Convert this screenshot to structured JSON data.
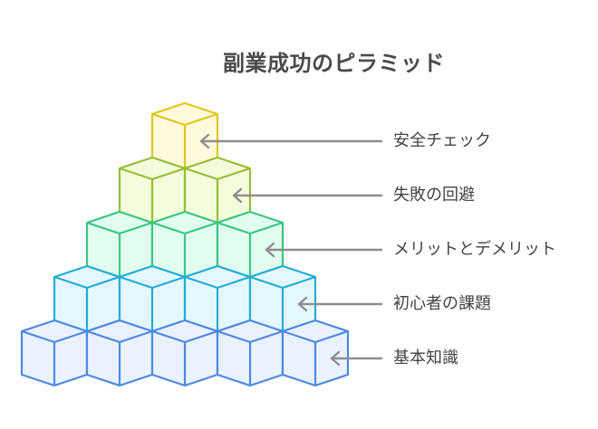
{
  "title": "副業成功のピラミッド",
  "levels": [
    {
      "label": "安全チェック",
      "cubes": 1,
      "stroke": "#e2c51a",
      "fill": "#fffadc"
    },
    {
      "label": "失敗の回避",
      "cubes": 2,
      "stroke": "#97bd36",
      "fill": "#f3fddc"
    },
    {
      "label": "メリットとデメリット",
      "cubes": 3,
      "stroke": "#3cc684",
      "fill": "#e2fdf0"
    },
    {
      "label": "初心者の課題",
      "cubes": 4,
      "stroke": "#22acd6",
      "fill": "#e6f8ff"
    },
    {
      "label": "基本知識",
      "cubes": 5,
      "stroke": "#4e88e4",
      "fill": "#ebf2ff"
    }
  ],
  "arrow_color": "#8e8e8e"
}
